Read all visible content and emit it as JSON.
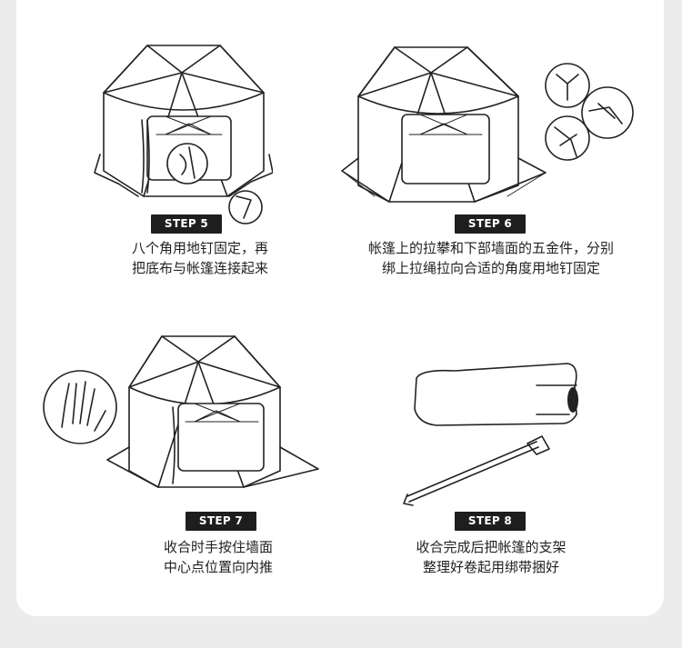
{
  "steps": [
    {
      "badge": "STEP 5",
      "line1": "八个角用地钉固定，再",
      "line2": "把底布与帐篷连接起来"
    },
    {
      "badge": "STEP 6",
      "line1": "帐篷上的拉攀和下部墙面的五金件，分别",
      "line2": "绑上拉绳拉向合适的角度用地钉固定"
    },
    {
      "badge": "STEP 7",
      "line1": "收合时手按住墙面",
      "line2": "中心点位置向内推"
    },
    {
      "badge": "STEP 8",
      "line1": "收合完成后把帐篷的支架",
      "line2": "整理好卷起用绑带捆好"
    }
  ]
}
